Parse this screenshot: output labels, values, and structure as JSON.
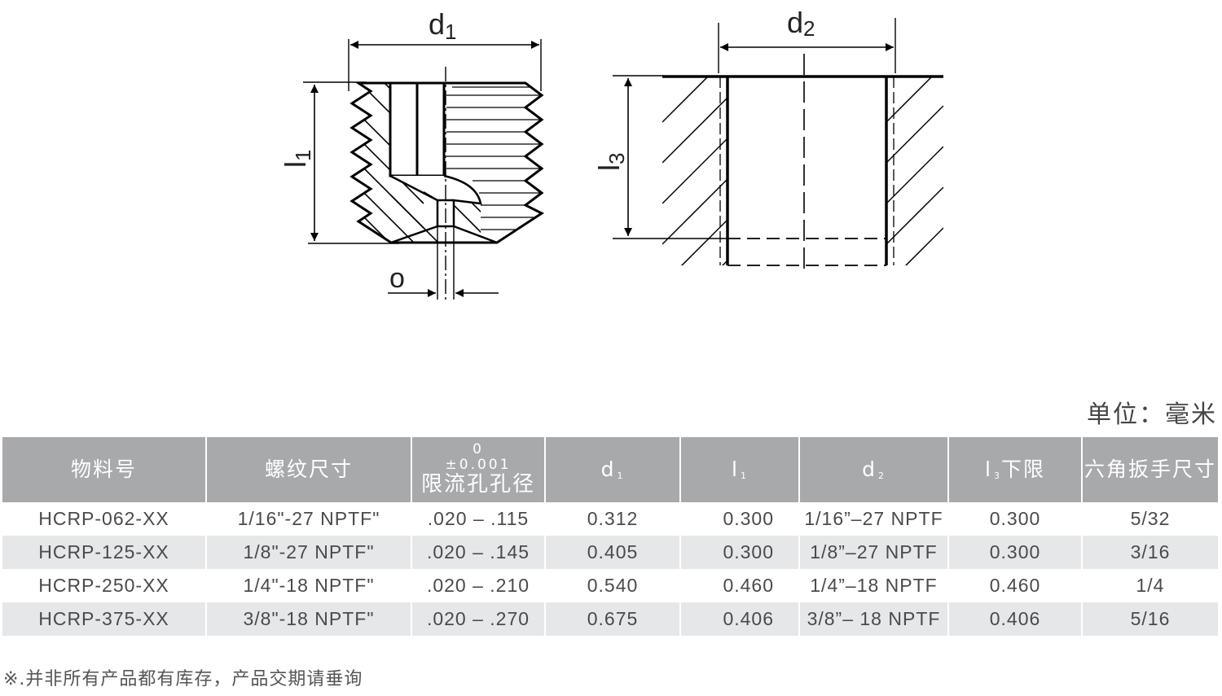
{
  "drawing": {
    "labels": {
      "d1_main": "d",
      "d1_sub": "1",
      "d2_main": "d",
      "d2_sub": "2",
      "l1_main": "l",
      "l1_sub": "1",
      "l3_main": "l",
      "l3_sub": "3",
      "o": "o"
    }
  },
  "unit_label": "单位：毫米",
  "table": {
    "headers": {
      "part_no": "物料号",
      "thread": "螺纹尺寸",
      "tol_top": "0",
      "tol_mid": "±0.001",
      "orifice": "限流孔孔径",
      "d1_main": "d",
      "d1_sub": "1",
      "l1_main": "l",
      "l1_sub": "1",
      "d2_main": "d",
      "d2_sub": "2",
      "l3_main": "l",
      "l3_sub": "3",
      "l3_suffix": "下限",
      "hex": "六角扳手尺寸"
    },
    "rows": [
      {
        "part_no": "HCRP-062-XX",
        "thread": "1/16\"-27 NPTF\"",
        "orifice": ".020 – .115",
        "d1": "0.312",
        "l1": "0.300",
        "d2": "1/16”–27 NPTF",
        "l3": "0.300",
        "hex": "5/32"
      },
      {
        "part_no": "HCRP-125-XX",
        "thread": "1/8\"-27 NPTF\"",
        "orifice": ".020 – .145",
        "d1": "0.405",
        "l1": "0.300",
        "d2": "1/8”–27 NPTF",
        "l3": "0.300",
        "hex": "3/16"
      },
      {
        "part_no": "HCRP-250-XX",
        "thread": "1/4\"-18 NPTF\"",
        "orifice": ".020 – .210",
        "d1": "0.540",
        "l1": "0.460",
        "d2": "1/4”–18 NPTF",
        "l3": "0.460",
        "hex": "1/4"
      },
      {
        "part_no": "HCRP-375-XX",
        "thread": "3/8\"-18 NPTF\"",
        "orifice": ".020 – .270",
        "d1": "0.675",
        "l1": "0.406",
        "d2": "3/8”– 18 NPTF",
        "l3": "0.406",
        "hex": "5/16"
      }
    ]
  },
  "note": "※.并非所有产品都有库存，产品交期请垂询"
}
